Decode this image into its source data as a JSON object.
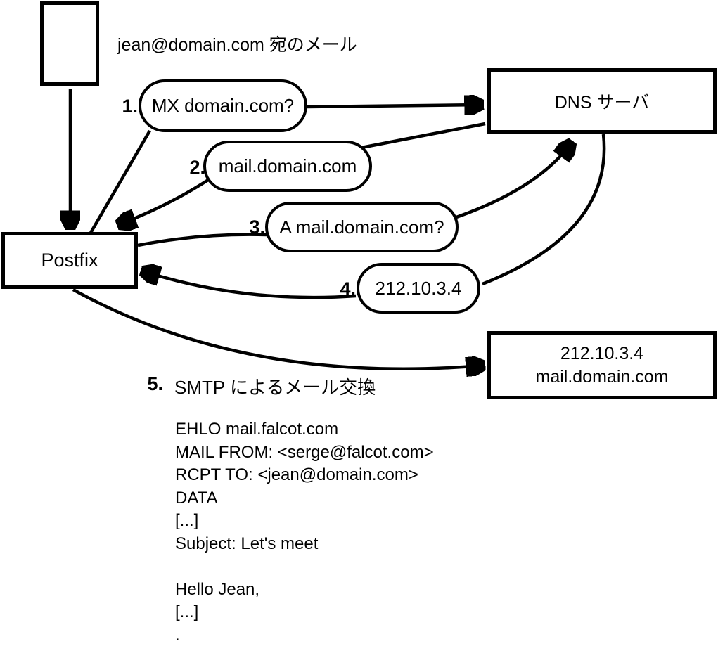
{
  "colors": {
    "ink": "#000000",
    "paper": "#ffffff"
  },
  "diagram": {
    "mail_label": "jean@domain.com 宛のメール",
    "nodes": {
      "postfix": "Postfix",
      "dns": "DNS サーバ",
      "mail_server_line1": "212.10.3.4",
      "mail_server_line2": "mail.domain.com"
    },
    "steps": [
      {
        "number": "1.",
        "label": "MX domain.com?"
      },
      {
        "number": "2.",
        "label": "mail.domain.com"
      },
      {
        "number": "3.",
        "label": "A mail.domain.com?"
      },
      {
        "number": "4.",
        "label": "212.10.3.4"
      },
      {
        "number": "5.",
        "label": "SMTP によるメール交換"
      }
    ],
    "smtp_session": "EHLO mail.falcot.com\nMAIL FROM: <serge@falcot.com>\nRCPT TO: <jean@domain.com>\nDATA\n[...]\nSubject: Let's meet\n\nHello Jean,\n[...]\n."
  }
}
